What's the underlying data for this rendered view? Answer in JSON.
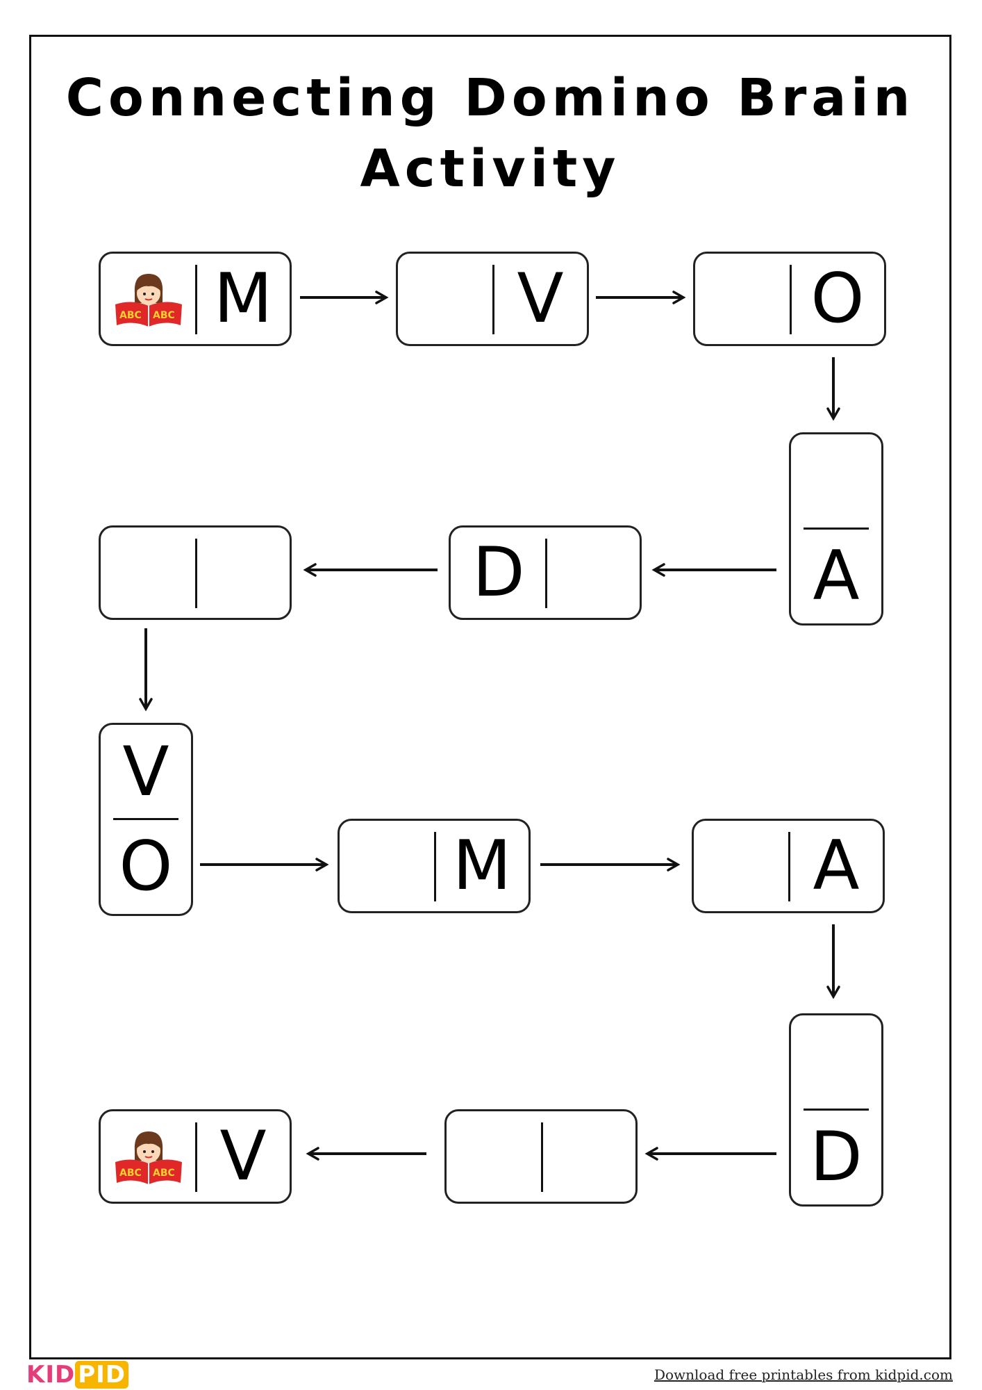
{
  "title_line1": "Connecting Domino Brain",
  "title_line2": "Activity",
  "tiles": [
    {
      "id": "tile-1",
      "orientation": "h",
      "a": "",
      "b": "M",
      "a_image": "girl-reading-icon"
    },
    {
      "id": "tile-2",
      "orientation": "h",
      "a": "",
      "b": "V"
    },
    {
      "id": "tile-3",
      "orientation": "h",
      "a": "",
      "b": "O"
    },
    {
      "id": "tile-4",
      "orientation": "v",
      "a": "",
      "b": "A"
    },
    {
      "id": "tile-5",
      "orientation": "h",
      "a": "D",
      "b": ""
    },
    {
      "id": "tile-6",
      "orientation": "h",
      "a": "",
      "b": ""
    },
    {
      "id": "tile-7",
      "orientation": "v",
      "a": "V",
      "b": "O"
    },
    {
      "id": "tile-8",
      "orientation": "h",
      "a": "",
      "b": "M"
    },
    {
      "id": "tile-9",
      "orientation": "h",
      "a": "",
      "b": "A"
    },
    {
      "id": "tile-10",
      "orientation": "v",
      "a": "",
      "b": "D"
    },
    {
      "id": "tile-11",
      "orientation": "h",
      "a": "",
      "b": ""
    },
    {
      "id": "tile-12",
      "orientation": "h",
      "a": "",
      "b": "V",
      "a_image": "girl-reading-icon"
    }
  ],
  "image_text": "ABC",
  "logo": {
    "part1": "KID",
    "part2": "PID"
  },
  "footer": "Download free printables from kidpid.com"
}
